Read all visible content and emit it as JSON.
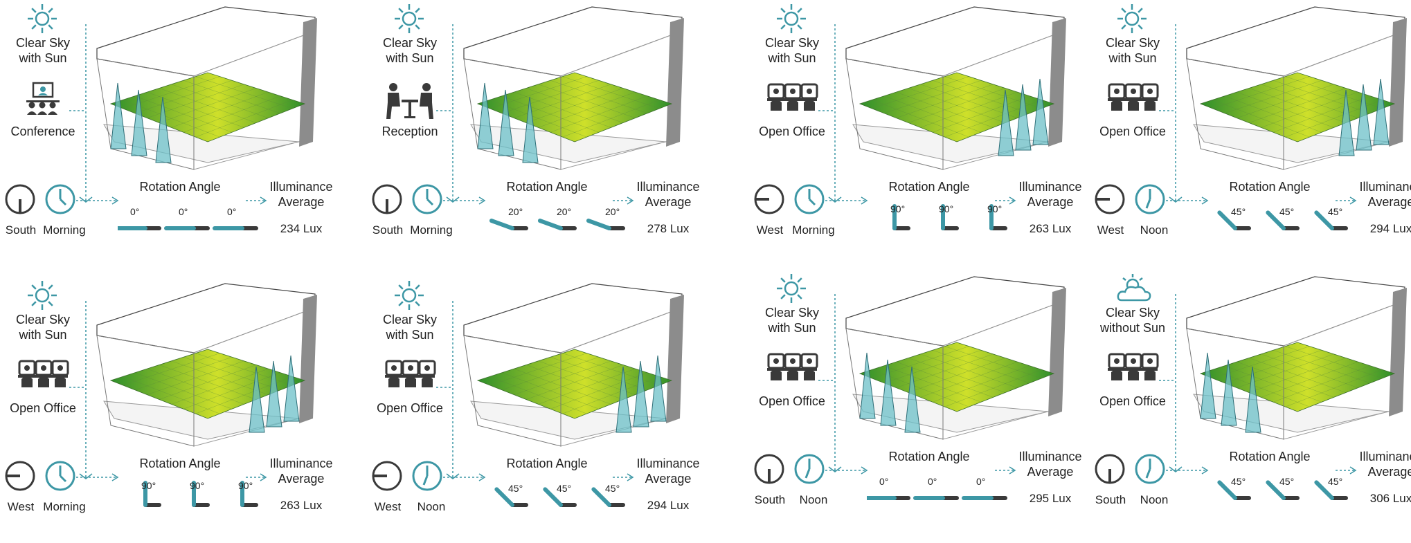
{
  "colors": {
    "teal": "#3d97a5",
    "dark": "#3a3a3a",
    "green_light": "#cfe02a",
    "green_dark": "#2f8f2b",
    "panel_fill": "#6cc0c8",
    "wall": "#8c8c8c"
  },
  "labels": {
    "rotation_angle": "Rotation Angle",
    "illuminance_line1": "Illuminance",
    "illuminance_line2": "Average"
  },
  "panels": [
    {
      "sky_icon": "sun-icon",
      "sky_line1": "Clear Sky",
      "sky_line2": "with Sun",
      "space_icon": "conference-icon",
      "space": "Conference",
      "orientation": "South",
      "orientation_icon": "compass-south-icon",
      "time": "Morning",
      "time_icon": "clock-morning-icon",
      "angles": [
        "0°",
        "0°",
        "0°"
      ],
      "angle_value": 0,
      "lux": "234 Lux",
      "fins_side": "left"
    },
    {
      "sky_icon": "sun-icon",
      "sky_line1": "Clear Sky",
      "sky_line2": "with Sun",
      "space_icon": "reception-icon",
      "space": "Reception",
      "orientation": "South",
      "orientation_icon": "compass-south-icon",
      "time": "Morning",
      "time_icon": "clock-morning-icon",
      "angles": [
        "20°",
        "20°",
        "20°"
      ],
      "angle_value": 20,
      "lux": "278 Lux",
      "fins_side": "left"
    },
    {
      "sky_icon": "sun-icon",
      "sky_line1": "Clear Sky",
      "sky_line2": "with Sun",
      "space_icon": "open-office-icon",
      "space": "Open Office",
      "orientation": "West",
      "orientation_icon": "compass-west-icon",
      "time": "Morning",
      "time_icon": "clock-morning-icon",
      "angles": [
        "90°",
        "90°",
        "90°"
      ],
      "angle_value": 90,
      "lux": "263 Lux",
      "fins_side": "right"
    },
    {
      "sky_icon": "sun-icon",
      "sky_line1": "Clear Sky",
      "sky_line2": "with Sun",
      "space_icon": "open-office-icon",
      "space": "Open Office",
      "orientation": "West",
      "orientation_icon": "compass-west-icon",
      "time": "Noon",
      "time_icon": "clock-noon-icon",
      "angles": [
        "45°",
        "45°",
        "45°"
      ],
      "angle_value": 45,
      "lux": "294 Lux",
      "fins_side": "right"
    },
    {
      "sky_icon": "sun-icon",
      "sky_line1": "Clear Sky",
      "sky_line2": "with Sun",
      "space_icon": "open-office-icon",
      "space": "Open Office",
      "orientation": "West",
      "orientation_icon": "compass-west-icon",
      "time": "Morning",
      "time_icon": "clock-morning-icon",
      "angles": [
        "90°",
        "90°",
        "90°"
      ],
      "angle_value": 90,
      "lux": "263 Lux",
      "fins_side": "right"
    },
    {
      "sky_icon": "sun-icon",
      "sky_line1": "Clear Sky",
      "sky_line2": "with Sun",
      "space_icon": "open-office-icon",
      "space": "Open Office",
      "orientation": "West",
      "orientation_icon": "compass-west-icon",
      "time": "Noon",
      "time_icon": "clock-noon-icon",
      "angles": [
        "45°",
        "45°",
        "45°"
      ],
      "angle_value": 45,
      "lux": "294 Lux",
      "fins_side": "right"
    },
    {
      "sky_icon": "sun-icon",
      "sky_line1": "Clear Sky",
      "sky_line2": "with Sun",
      "space_icon": "open-office-icon",
      "space": "Open Office",
      "orientation": "South",
      "orientation_icon": "compass-south-icon",
      "time": "Noon",
      "time_icon": "clock-noon-icon",
      "angles": [
        "0°",
        "0°",
        "0°"
      ],
      "angle_value": 0,
      "lux": "295 Lux",
      "fins_side": "left"
    },
    {
      "sky_icon": "cloud-sun-icon",
      "sky_line1": "Clear Sky",
      "sky_line2": "without Sun",
      "space_icon": "open-office-icon",
      "space": "Open Office",
      "orientation": "South",
      "orientation_icon": "compass-south-icon",
      "time": "Noon",
      "time_icon": "clock-noon-icon",
      "angles": [
        "45°",
        "45°",
        "45°"
      ],
      "angle_value": 45,
      "lux": "306 Lux",
      "fins_side": "left"
    }
  ]
}
